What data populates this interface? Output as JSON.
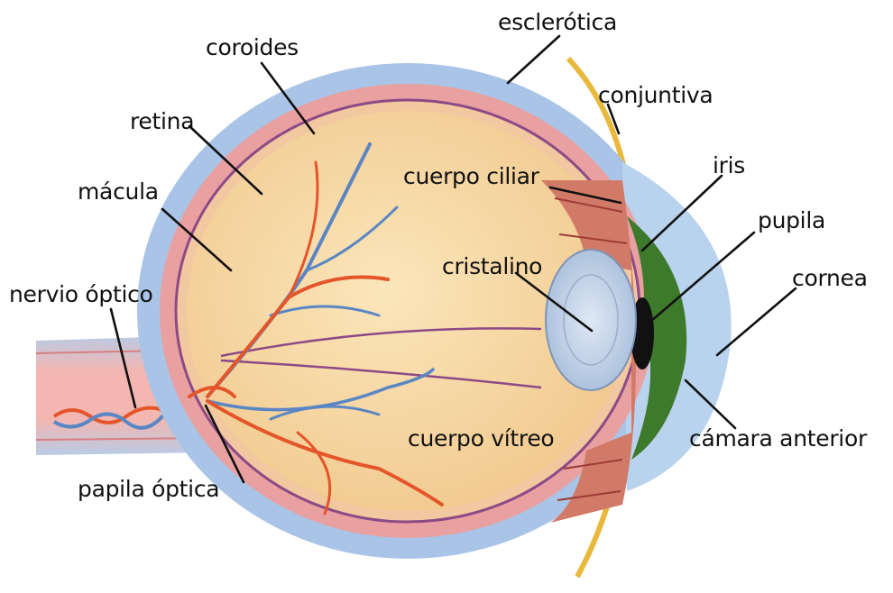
{
  "labels": {
    "esclerotica": "esclerótica",
    "coroides": "coroides",
    "conjuntiva": "conjuntiva",
    "retina": "retina",
    "iris": "iris",
    "cuerpo_ciliar": "cuerpo ciliar",
    "macula": "mácula",
    "pupila": "pupila",
    "cristalino": "cristalino",
    "nervio_optico": "nervio óptico",
    "cornea": "cornea",
    "cuerpo_vitreo": "cuerpo vítreo",
    "camara_anterior": "cámara anterior",
    "papila_optica": "papila óptica"
  },
  "colors": {
    "sclera": "#a9c4e6",
    "choroid": "#e9a0a0",
    "retina_line": "#8c4a86",
    "vitreous": "#f6d9a6",
    "iris": "#3e7a2c",
    "pupil": "#111111",
    "lens": "#c6d6ea",
    "ciliary": "#c86a5a",
    "conjunctiva": "#e8b93c",
    "artery": "#e4552a",
    "vein": "#5a86c4"
  }
}
